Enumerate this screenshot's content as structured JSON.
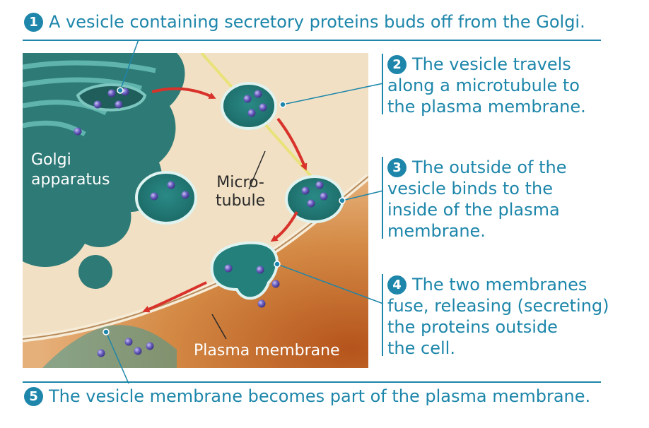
{
  "steps": [
    {
      "number": "1",
      "text": "A vesicle containing secretory proteins buds off from the Golgi."
    },
    {
      "number": "2",
      "lines": [
        "The vesicle travels",
        "along a microtubule to",
        "the plasma membrane."
      ]
    },
    {
      "number": "3",
      "lines": [
        "The outside of the",
        "vesicle binds to the",
        "inside of the plasma",
        "membrane."
      ]
    },
    {
      "number": "4",
      "lines": [
        "The two membranes",
        "fuse, releasing (secreting)",
        "the proteins outside",
        "the cell."
      ]
    },
    {
      "number": "5",
      "text": "The vesicle membrane becomes part of the plasma membrane."
    }
  ],
  "labels": {
    "golgi": [
      "Golgi",
      "apparatus"
    ],
    "microtubule": [
      "Micro-",
      "tubule"
    ],
    "plasma_membrane": "Plasma membrane"
  },
  "colors": {
    "accent": "#1d86aa",
    "arrow": "#d8322a",
    "cytoplasm": "#f1e0c4",
    "outside": "#c8702e",
    "golgi": "#2e7a76",
    "vesicle": "#2f8f8a",
    "protein": "#5a4fa8",
    "microtubule": "#e9e27a"
  }
}
